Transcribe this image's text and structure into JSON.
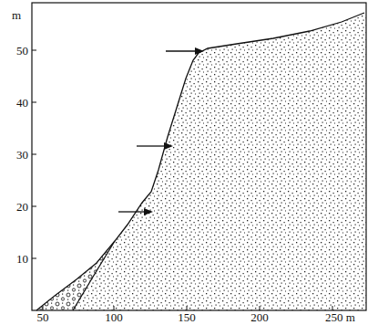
{
  "diagram": {
    "labels": [
      "m",
      "50",
      "40",
      "30",
      "20",
      "10",
      "50",
      "100",
      "150",
      "200",
      "250 m"
    ]
  }
}
